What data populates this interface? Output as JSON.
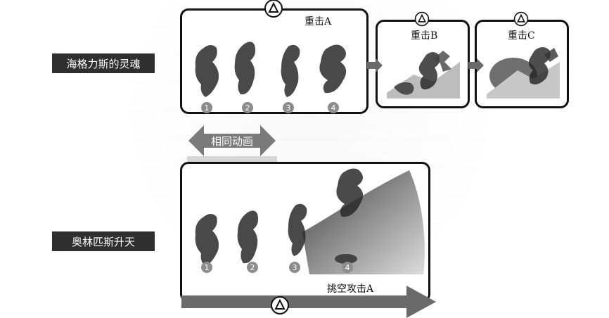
{
  "left_labels": {
    "top": "海格力斯的灵魂",
    "bottom": "奥林匹斯升天"
  },
  "top_panels": {
    "a_title": "重击A",
    "b_title": "重击B",
    "c_title": "重击C"
  },
  "middle": {
    "same_anim": "相同动画"
  },
  "bottom_panel": {
    "attack_label": "挑空攻击A"
  },
  "steps": {
    "top": [
      "1",
      "2",
      "3",
      "4"
    ],
    "bottom": [
      "1",
      "2",
      "3",
      "4"
    ]
  },
  "icons": {
    "triangle_button": "triangle-button-icon",
    "right_arrow": "right-arrow-icon"
  },
  "colors": {
    "panel_border": "#111111",
    "label_bg": "#2f2f2f",
    "grey_band": "#cfcfcf",
    "arrow_grey": "#6a6a6a"
  }
}
